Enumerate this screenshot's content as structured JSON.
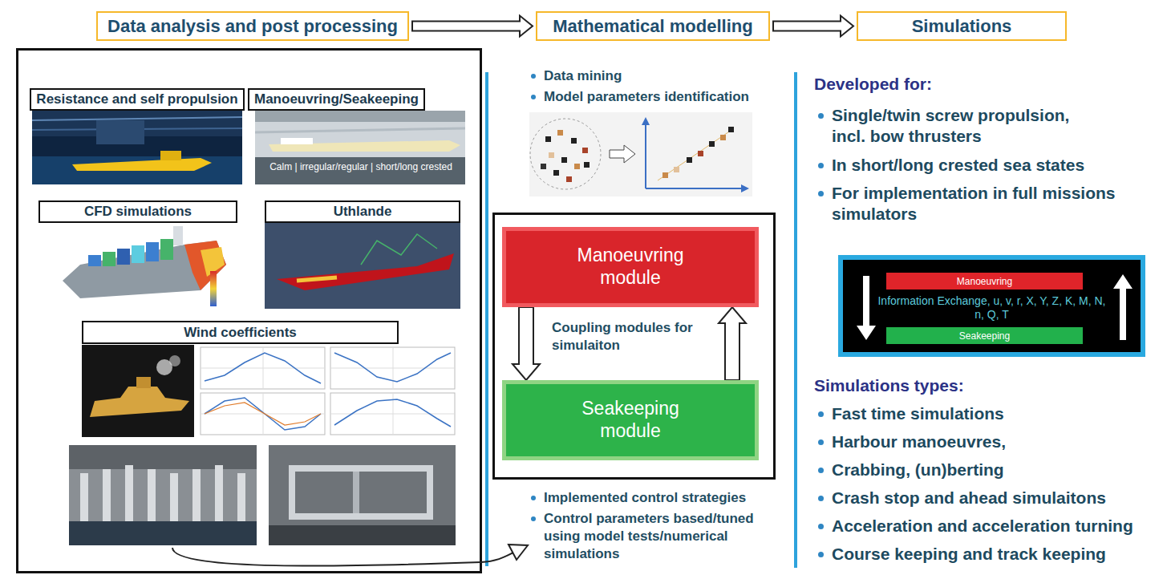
{
  "diagram": {
    "nodes": [
      {
        "text": [
          "Data analysis and post processing"
        ]
      },
      {
        "text": [
          "Mathematical modelling"
        ]
      },
      {
        "text": [
          "Simulations"
        ]
      },
      {
        "text": [
          "Resistance and self propulsion"
        ]
      },
      {
        "text": [
          "Manoeuvring/Seakeeping"
        ]
      },
      {
        "text": [
          "CFD simulations"
        ]
      },
      {
        "text": [
          "Uthlande"
        ]
      },
      {
        "text": [
          "Wind coefficients"
        ]
      },
      {
        "text": [
          "Manoeuvring module"
        ]
      },
      {
        "text": [
          "Seakeeping module"
        ]
      },
      {
        "text": [
          "Information Exchange, u, v, r, X, Y, Z, K, M, N, n, Q, T"
        ]
      },
      {
        "text": [
          "Manoeuvring"
        ],
        "in": 10
      },
      {
        "text": [
          "Seakeeping"
        ],
        "in": 10
      }
    ],
    "edges": [
      {
        "from": 0,
        "to": 1,
        "arrow": "to"
      },
      {
        "from": 1,
        "to": 2,
        "arrow": "to"
      },
      {
        "from": 8,
        "to": 9,
        "arrow": "to"
      },
      {
        "from": 9,
        "to": 8,
        "arrow": "to"
      }
    ],
    "labels": [
      "Calm | irregular/regular | short/long crested",
      "Data mining",
      "Model parameters identification",
      "Coupling modules for simulaiton",
      "Implemented control strategies",
      "Control parameters based/tuned using model tests/numerical simulations",
      "Developed for:",
      "Single/twin screw propulsion, incl. bow thrusters",
      "In short/long crested sea states",
      "For implementation in full missions simulators",
      "Simulations types:",
      "Fast time simulations",
      "Harbour manoeuvres,",
      "Crabbing, (un)berting",
      "Crash stop and ahead simulaitons",
      "Acceleration and acceleration turning",
      "Course keeping and track keeping"
    ]
  }
}
